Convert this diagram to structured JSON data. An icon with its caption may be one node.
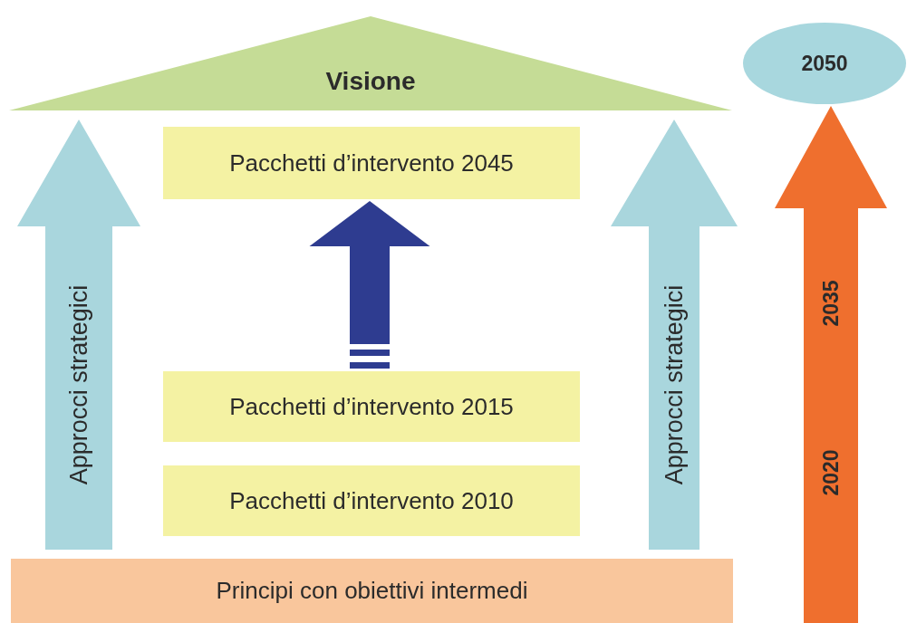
{
  "diagram": {
    "nodes": [
      {
        "text": [
          "Visione"
        ]
      },
      {
        "text": [
          "2050"
        ]
      },
      {
        "text": [
          "Pacchetti d’intervento 2045"
        ]
      },
      {
        "text": [
          "Pacchetti d’intervento 2015"
        ]
      },
      {
        "text": [
          "Pacchetti d’intervento 2010"
        ]
      },
      {
        "text": [
          "Principi con obiettivi intermedi"
        ]
      }
    ],
    "edges": [
      {
        "from": 5,
        "to": 0,
        "arrow": "to",
        "label": "Approcci strategici",
        "style": "thick"
      },
      {
        "from": 5,
        "to": 0,
        "arrow": "to",
        "label": "Approcci strategici",
        "style": "thick"
      },
      {
        "from": 3,
        "to": 2,
        "arrow": "to",
        "style": "thick",
        "color": "#2e3c90"
      },
      {
        "from": null,
        "to": 1,
        "arrow": "to",
        "label": "2020",
        "style": "thick",
        "color": "#ef6f2e"
      }
    ],
    "labels": [
      "2035"
    ]
  }
}
